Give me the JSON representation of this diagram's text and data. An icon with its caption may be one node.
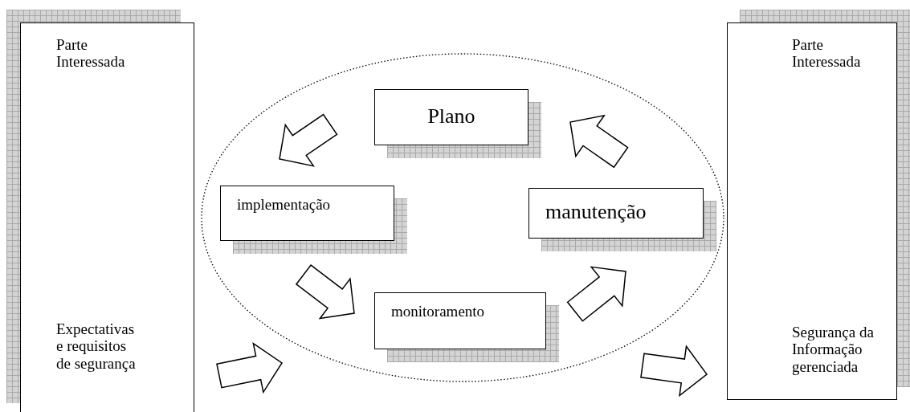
{
  "diagram": {
    "nodes": [
      {
        "text": [
          "Parte Interessada",
          "Expectativas e requisitos de segurança"
        ]
      },
      {
        "text": [],
        "shape": "ellipse"
      },
      {
        "text": [
          "Plano"
        ],
        "in": 1
      },
      {
        "text": [
          "implementação"
        ],
        "in": 1
      },
      {
        "text": [
          "manutenção"
        ],
        "in": 1
      },
      {
        "text": [
          "monitoramento"
        ],
        "in": 1
      },
      {
        "text": [
          "Parte Interessada",
          "Segurança da Informação gerenciada"
        ]
      }
    ],
    "edges": [
      {
        "from": 2,
        "to": 3,
        "arrow": "to"
      },
      {
        "from": 3,
        "to": 5,
        "arrow": "to"
      },
      {
        "from": 5,
        "to": 4,
        "arrow": "to"
      },
      {
        "from": 4,
        "to": 2,
        "arrow": "to"
      },
      {
        "from": 0,
        "to": 1,
        "arrow": "to"
      },
      {
        "from": 1,
        "to": 6,
        "arrow": "to"
      }
    ]
  }
}
